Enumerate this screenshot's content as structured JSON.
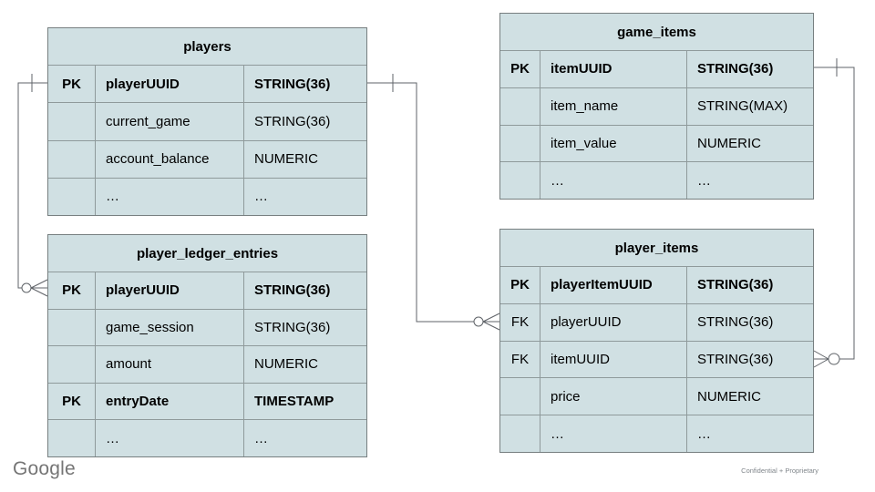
{
  "slide": {
    "footer_left": "Google",
    "footer_right": "Confidential + Proprietary"
  },
  "diagram": {
    "type": "entity-relationship",
    "tables": {
      "players": {
        "title": "players",
        "rows": [
          {
            "key": "PK",
            "name": "playerUUID",
            "type": "STRING(36)"
          },
          {
            "key": "",
            "name": "current_game",
            "type": "STRING(36)"
          },
          {
            "key": "",
            "name": "account_balance",
            "type": "NUMERIC"
          },
          {
            "key": "",
            "name": "…",
            "type": "…"
          }
        ]
      },
      "game_items": {
        "title": "game_items",
        "rows": [
          {
            "key": "PK",
            "name": "itemUUID",
            "type": "STRING(36)"
          },
          {
            "key": "",
            "name": "item_name",
            "type": "STRING(MAX)"
          },
          {
            "key": "",
            "name": "item_value",
            "type": "NUMERIC"
          },
          {
            "key": "",
            "name": "…",
            "type": "…"
          }
        ]
      },
      "player_ledger_entries": {
        "title": "player_ledger_entries",
        "rows": [
          {
            "key": "PK",
            "name": "playerUUID",
            "type": "STRING(36)"
          },
          {
            "key": "",
            "name": "game_session",
            "type": "STRING(36)"
          },
          {
            "key": "",
            "name": "amount",
            "type": "NUMERIC"
          },
          {
            "key": "PK",
            "name": "entryDate",
            "type": "TIMESTAMP"
          },
          {
            "key": "",
            "name": "…",
            "type": "…"
          }
        ]
      },
      "player_items": {
        "title": "player_items",
        "rows": [
          {
            "key": "PK",
            "name": "playerItemUUID",
            "type": "STRING(36)"
          },
          {
            "key": "FK",
            "name": "playerUUID",
            "type": "STRING(36)"
          },
          {
            "key": "FK",
            "name": "itemUUID",
            "type": "STRING(36)"
          },
          {
            "key": "",
            "name": "price",
            "type": "NUMERIC"
          },
          {
            "key": "",
            "name": "…",
            "type": "…"
          }
        ]
      }
    },
    "relationships": [
      {
        "from": "players.playerUUID",
        "from_cardinality": "one",
        "to": "player_ledger_entries.playerUUID",
        "to_cardinality": "zero-or-many"
      },
      {
        "from": "players.playerUUID",
        "from_cardinality": "one",
        "to": "player_items.playerUUID",
        "to_cardinality": "zero-or-many"
      },
      {
        "from": "game_items.itemUUID",
        "from_cardinality": "one",
        "to": "player_items.itemUUID",
        "to_cardinality": "zero-or-many"
      }
    ],
    "colors": {
      "cell_fill": "#d0e0e3",
      "table_border": "#8f9a9b",
      "connector": "#5f6368",
      "text": "#000000",
      "footer_text": "#757575"
    }
  }
}
